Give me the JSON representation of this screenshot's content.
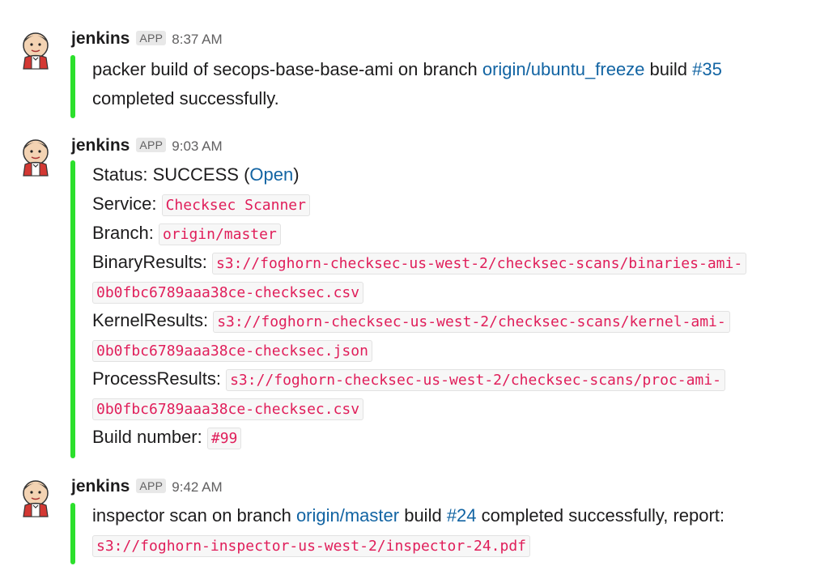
{
  "accent": {
    "bar": "#2ce02c",
    "link": "#1264a3",
    "code": "#e01e5a"
  },
  "messages": [
    {
      "author": "jenkins",
      "badge": "APP",
      "time": "8:37 AM",
      "avatar_icon": "jenkins-butler-icon",
      "line1": {
        "t1": "packer build of secops-base-base-ami on branch ",
        "branch": "origin/ubuntu_freeze",
        "t2": " build ",
        "build": "#35"
      },
      "line2": "completed successfully."
    },
    {
      "author": "jenkins",
      "badge": "APP",
      "time": "9:03 AM",
      "avatar_icon": "jenkins-butler-icon",
      "status": {
        "label": "Status: SUCCESS (",
        "link": "Open",
        "close": ")"
      },
      "service": {
        "label": "Service: ",
        "value": "Checksec Scanner"
      },
      "branch": {
        "label": "Branch: ",
        "value": "origin/master"
      },
      "binary": {
        "label": "BinaryResults: ",
        "value1": "s3://foghorn-checksec-us-west-2/checksec-scans/binaries-ami-",
        "value2": "0b0fbc6789aaa38ce-checksec.csv"
      },
      "kernel": {
        "label": "KernelResults: ",
        "value1": "s3://foghorn-checksec-us-west-2/checksec-scans/kernel-ami-",
        "value2": "0b0fbc6789aaa38ce-checksec.json"
      },
      "process": {
        "label": "ProcessResults: ",
        "value1": "s3://foghorn-checksec-us-west-2/checksec-scans/proc-ami-",
        "value2": "0b0fbc6789aaa38ce-checksec.csv"
      },
      "build": {
        "label": "Build number: ",
        "value": "#99"
      }
    },
    {
      "author": "jenkins",
      "badge": "APP",
      "time": "9:42 AM",
      "avatar_icon": "jenkins-butler-icon",
      "line1": {
        "t1": "inspector scan on branch ",
        "branch": "origin/master",
        "t2": " build ",
        "build": "#24",
        "t3": " completed successfully, report:"
      },
      "report": "s3://foghorn-inspector-us-west-2/inspector-24.pdf"
    }
  ]
}
